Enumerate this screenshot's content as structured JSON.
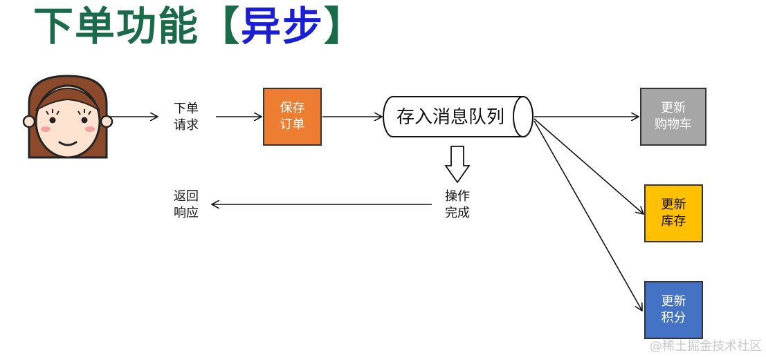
{
  "title": {
    "main": "下单功能【",
    "accent": "异步",
    "close": "】"
  },
  "labels": {
    "order_request": [
      "下单",
      "请求"
    ],
    "return_response": [
      "返回",
      "响应"
    ],
    "operation_done": [
      "操作",
      "完成"
    ]
  },
  "nodes": {
    "save_order": {
      "lines": [
        "保存",
        "订单"
      ],
      "color": "#ed7d31"
    },
    "queue": {
      "text": "存入消息队列"
    },
    "cart": {
      "lines": [
        "更新",
        "购物车"
      ],
      "color": "#a6a6a6"
    },
    "stock": {
      "lines": [
        "更新",
        "库存"
      ],
      "color": "#ffc000"
    },
    "points": {
      "lines": [
        "更新",
        "积分"
      ],
      "color": "#4472c4"
    }
  },
  "colors": {
    "title": "#1a6b4a",
    "accent": "#1a1fd6",
    "hair": "#8b4a2b",
    "face": "#fde3d0"
  },
  "watermark": "@稀土掘金技术社区"
}
